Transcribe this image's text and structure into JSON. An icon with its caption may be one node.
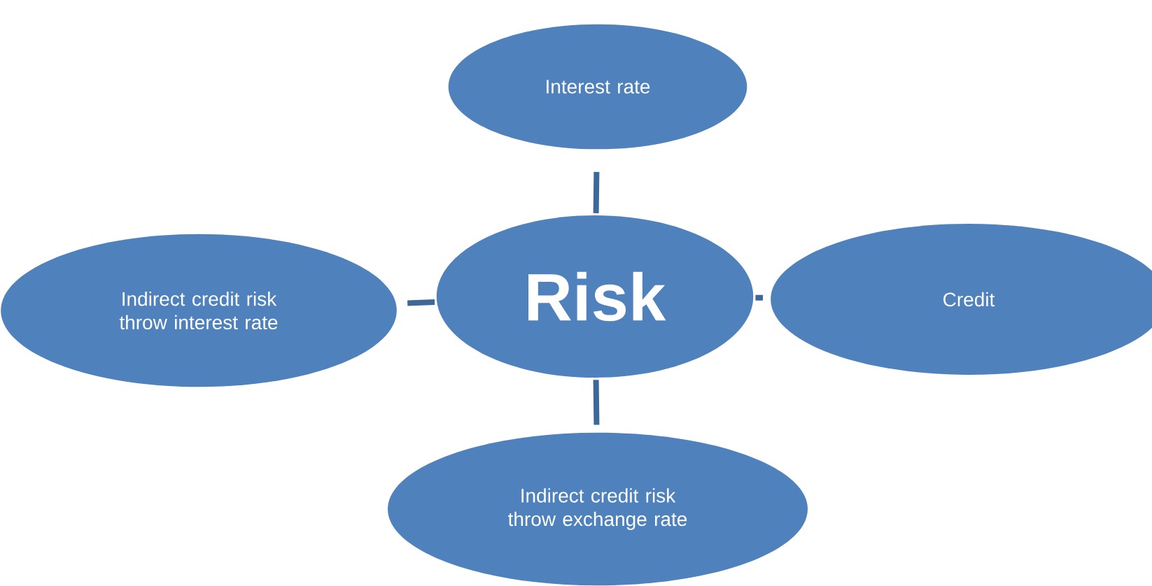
{
  "diagram": {
    "nodes": [
      {
        "text": [
          "Interest rate"
        ]
      },
      {
        "text": [
          "Indirect credit risk throw interest rate"
        ]
      },
      {
        "text": [
          "Risk"
        ]
      },
      {
        "text": [
          "Credit"
        ]
      },
      {
        "text": [
          "Indirect credit risk throw exchange rate"
        ]
      }
    ],
    "edges": [
      {
        "from": 2,
        "to": 0,
        "arrow": "none"
      },
      {
        "from": 2,
        "to": 1,
        "arrow": "none"
      },
      {
        "from": 2,
        "to": 3,
        "arrow": "none"
      },
      {
        "from": 2,
        "to": 4,
        "arrow": "none"
      }
    ]
  }
}
